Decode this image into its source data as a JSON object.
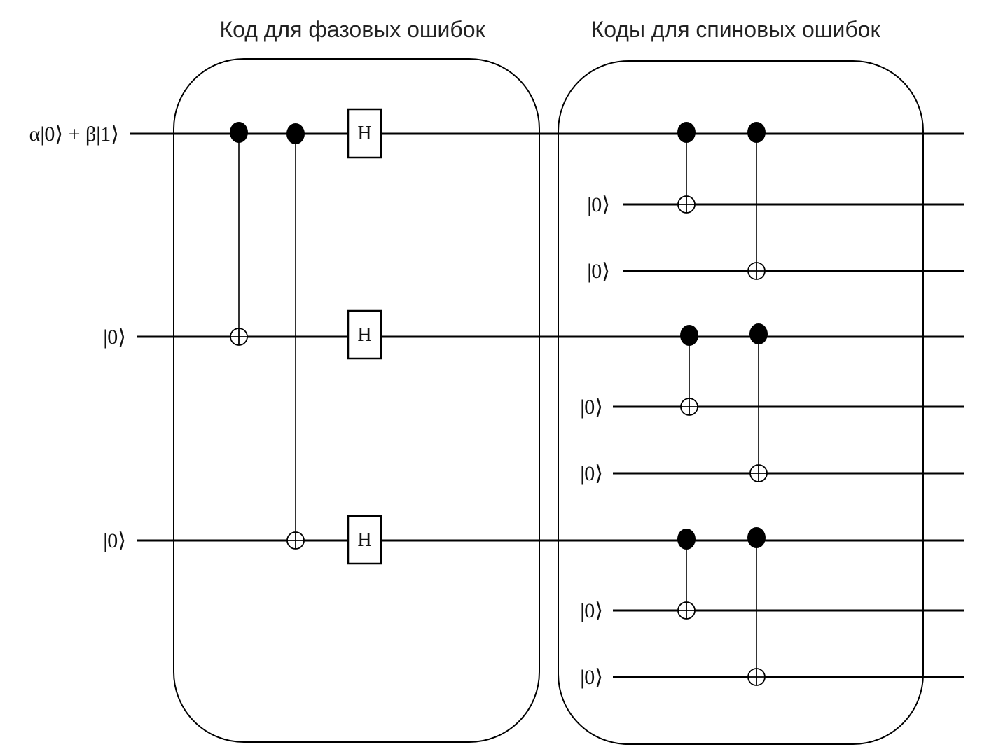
{
  "titles": {
    "phase_code": "Код для фазовых ошибок",
    "spin_codes": "Коды для спиновых ошибок"
  },
  "inputs": {
    "q0": "α|0⟩ + β|1⟩",
    "q1": "|0⟩",
    "q2": "|0⟩",
    "a1": "|0⟩",
    "a2": "|0⟩",
    "a3": "|0⟩",
    "a4": "|0⟩",
    "a5": "|0⟩",
    "a6": "|0⟩"
  },
  "gates": {
    "h_label": "H"
  }
}
